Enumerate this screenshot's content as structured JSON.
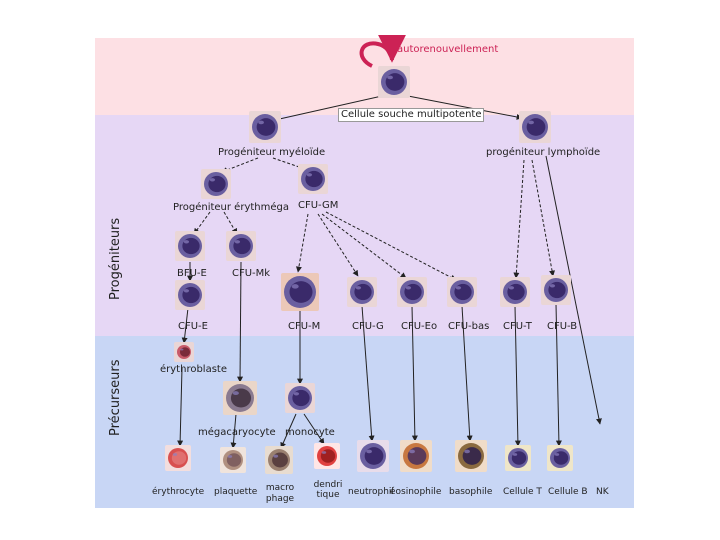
{
  "title_label": "autorenouvellement",
  "stem_cell": "Cellule souche multipotente",
  "myeloid_progenitor": "Progéniteur myéloïde",
  "lymphoid_progenitor": "progéniteur lymphoïde",
  "erythro_mega_progenitor": "Progéniteur érythmégа",
  "cfu_gm": "CFU-GM",
  "band_labels": {
    "progenitors": "Progéniteurs",
    "precursors": "Précurseurs"
  },
  "level_bfu": [
    "BFU-E",
    "CFU-Mk"
  ],
  "level_cfu": [
    "CFU-E",
    "CFU-M",
    "CFU-G",
    "CFU-Eo",
    "CFU-bas",
    "CFU-T",
    "CFU-B"
  ],
  "precursor_labels": {
    "erythroblaste": "érythroblaste",
    "megacaryocyte": "mégacaryocyte",
    "monocyte": "monocyte"
  },
  "mature_cells": [
    "érythrocyte",
    "plaquette",
    "macro phage",
    "dendri tique",
    "neutrophil",
    "éosinophile",
    "basophile",
    "Cellule T",
    "Cellule B",
    "NK"
  ],
  "colors": {
    "top_band": "#fde0e4",
    "progenitor_band": "#e6d7f5",
    "precursor_band": "#c8d6f5",
    "cell_body": "#6a5fa0",
    "cell_nucleus": "#3a2a6a",
    "arrow": "#222222",
    "accent": "#cc2255"
  }
}
